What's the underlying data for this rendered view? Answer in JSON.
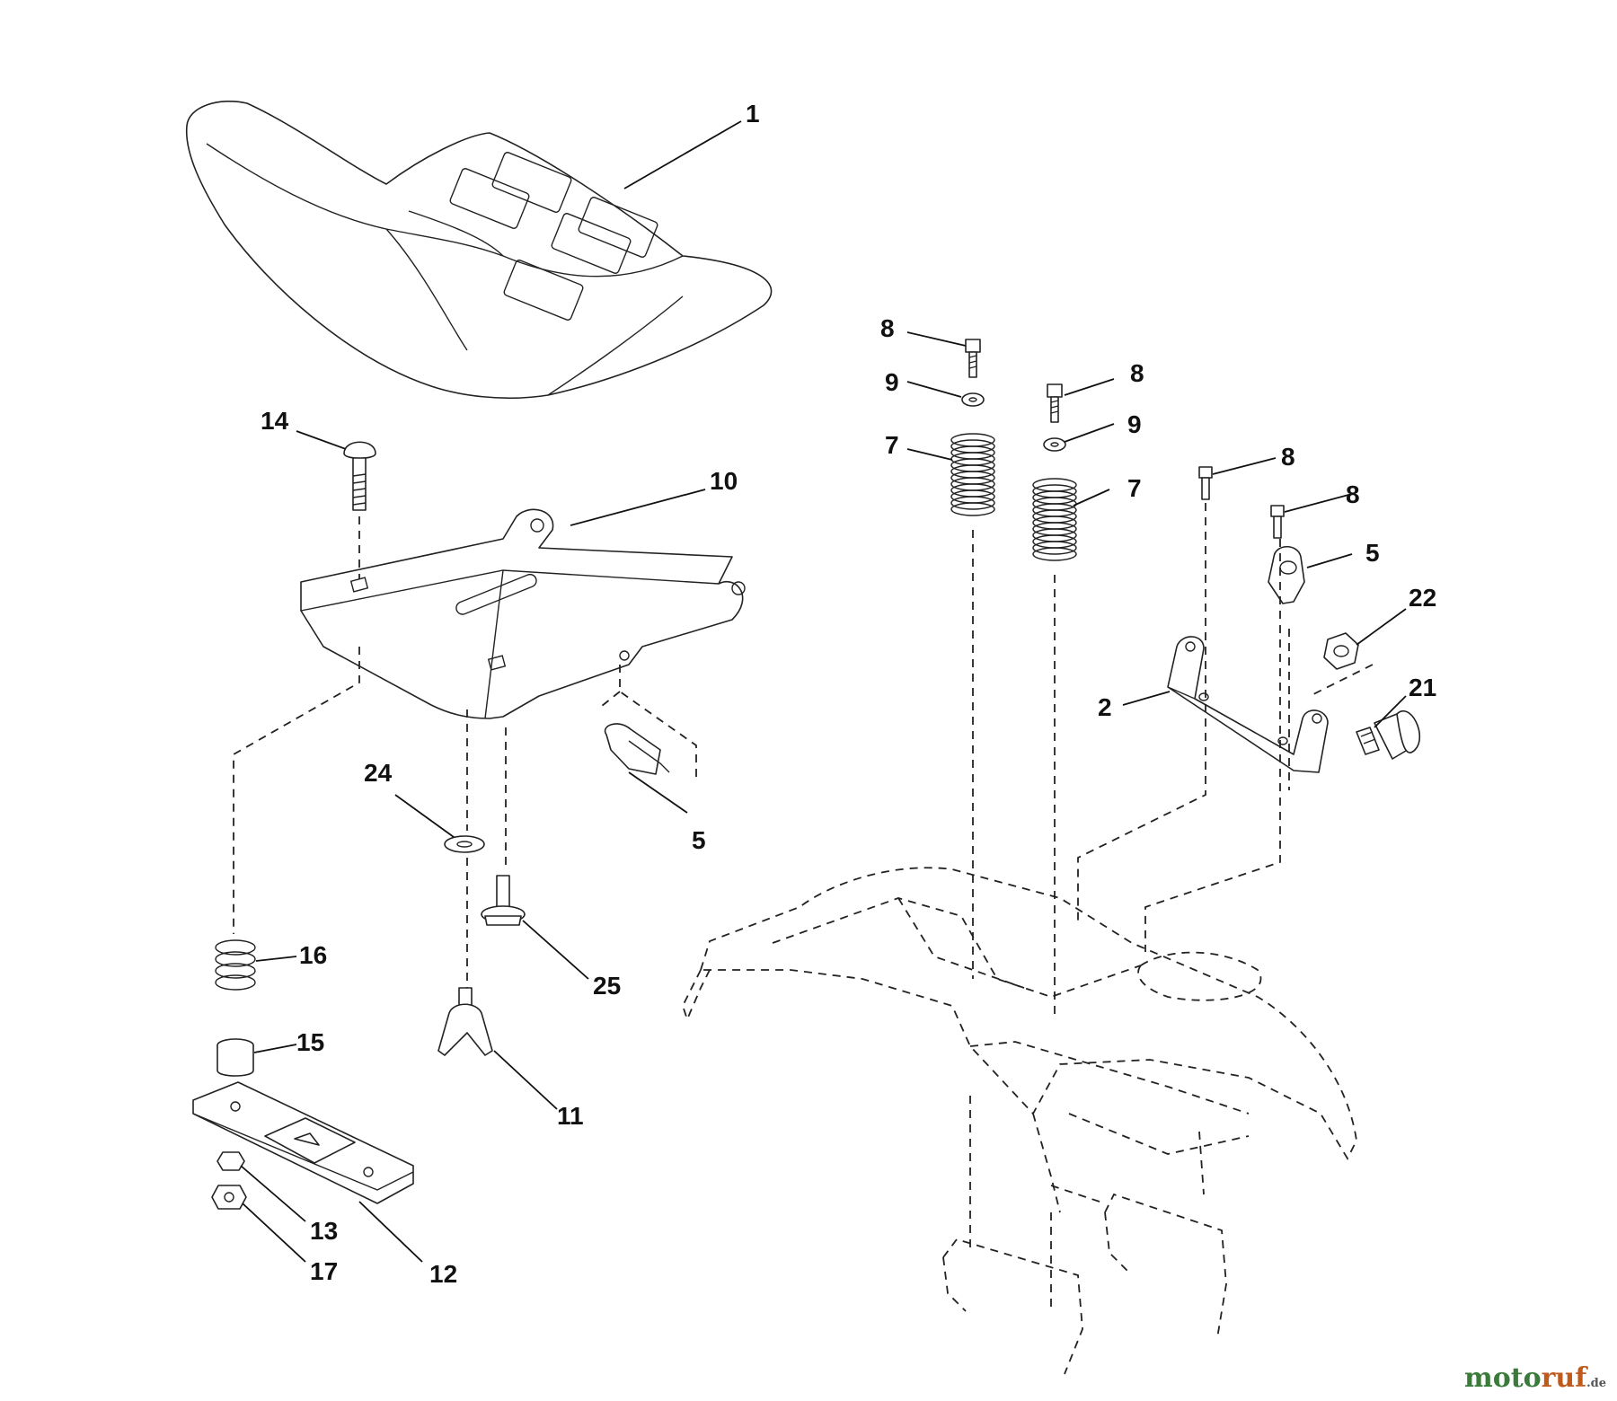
{
  "diagram": {
    "callouts": [
      {
        "id": "c1",
        "text": "1"
      },
      {
        "id": "c14",
        "text": "14"
      },
      {
        "id": "c10",
        "text": "10"
      },
      {
        "id": "c24",
        "text": "24"
      },
      {
        "id": "c5a",
        "text": "5"
      },
      {
        "id": "c16",
        "text": "16"
      },
      {
        "id": "c15",
        "text": "15"
      },
      {
        "id": "c25",
        "text": "25"
      },
      {
        "id": "c11",
        "text": "11"
      },
      {
        "id": "c13",
        "text": "13"
      },
      {
        "id": "c17",
        "text": "17"
      },
      {
        "id": "c12",
        "text": "12"
      },
      {
        "id": "c8a",
        "text": "8"
      },
      {
        "id": "c9a",
        "text": "9"
      },
      {
        "id": "c7a",
        "text": "7"
      },
      {
        "id": "c8b",
        "text": "8"
      },
      {
        "id": "c9b",
        "text": "9"
      },
      {
        "id": "c7b",
        "text": "7"
      },
      {
        "id": "c8c",
        "text": "8"
      },
      {
        "id": "c8d",
        "text": "8"
      },
      {
        "id": "c5b",
        "text": "5"
      },
      {
        "id": "c22",
        "text": "22"
      },
      {
        "id": "c2",
        "text": "2"
      },
      {
        "id": "c21",
        "text": "21"
      }
    ]
  },
  "watermark": {
    "part1": "moto",
    "part2": "ruf",
    "suffix": ".de"
  }
}
